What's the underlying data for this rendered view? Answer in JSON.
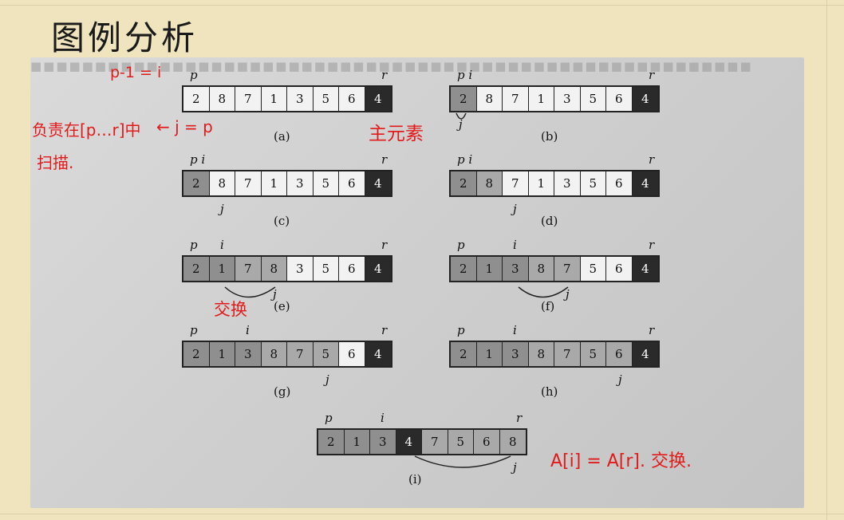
{
  "title": "图例分析",
  "annotations": {
    "pi": "p-1 = i",
    "scan1": "负责在[p…r]中",
    "scan2": "扫描.",
    "jp": "← j = p",
    "pivot": "主元素",
    "swap": "交换",
    "final": "A[i] = A[r]. 交换."
  },
  "panels": [
    {
      "cap": "(a)",
      "cells": [
        "2",
        "8",
        "7",
        "1",
        "3",
        "5",
        "6",
        "4"
      ],
      "shade": [
        "l",
        "l",
        "l",
        "l",
        "l",
        "l",
        "l",
        "p"
      ],
      "top": "p",
      "r": "r",
      "j": ""
    },
    {
      "cap": "(b)",
      "cells": [
        "2",
        "8",
        "7",
        "1",
        "3",
        "5",
        "6",
        "4"
      ],
      "shade": [
        "d",
        "l",
        "l",
        "l",
        "l",
        "l",
        "l",
        "p"
      ],
      "top": "p i",
      "r": "r",
      "j": "j"
    },
    {
      "cap": "(c)",
      "cells": [
        "2",
        "8",
        "7",
        "1",
        "3",
        "5",
        "6",
        "4"
      ],
      "shade": [
        "d",
        "l",
        "l",
        "l",
        "l",
        "l",
        "l",
        "p"
      ],
      "top": "p i",
      "r": "r",
      "j": "j"
    },
    {
      "cap": "(d)",
      "cells": [
        "2",
        "8",
        "7",
        "1",
        "3",
        "5",
        "6",
        "4"
      ],
      "shade": [
        "d",
        "m",
        "l",
        "l",
        "l",
        "l",
        "l",
        "p"
      ],
      "top": "p i",
      "r": "r",
      "j": "j"
    },
    {
      "cap": "(e)",
      "cells": [
        "2",
        "1",
        "7",
        "8",
        "3",
        "5",
        "6",
        "4"
      ],
      "shade": [
        "d",
        "d",
        "m",
        "m",
        "l",
        "l",
        "l",
        "p"
      ],
      "top": "p",
      "i": "i",
      "r": "r",
      "j": "j"
    },
    {
      "cap": "(f)",
      "cells": [
        "2",
        "1",
        "3",
        "8",
        "7",
        "5",
        "6",
        "4"
      ],
      "shade": [
        "d",
        "d",
        "d",
        "m",
        "m",
        "l",
        "l",
        "p"
      ],
      "top": "p",
      "i": "i",
      "r": "r",
      "j": "j"
    },
    {
      "cap": "(g)",
      "cells": [
        "2",
        "1",
        "3",
        "8",
        "7",
        "5",
        "6",
        "4"
      ],
      "shade": [
        "d",
        "d",
        "d",
        "m",
        "m",
        "m",
        "l",
        "p"
      ],
      "top": "p",
      "i": "i",
      "r": "r",
      "j": "j"
    },
    {
      "cap": "(h)",
      "cells": [
        "2",
        "1",
        "3",
        "8",
        "7",
        "5",
        "6",
        "4"
      ],
      "shade": [
        "d",
        "d",
        "d",
        "m",
        "m",
        "m",
        "m",
        "p"
      ],
      "top": "p",
      "i": "i",
      "r": "r",
      "j": "j"
    },
    {
      "cap": "(i)",
      "cells": [
        "2",
        "1",
        "3",
        "4",
        "7",
        "5",
        "6",
        "8"
      ],
      "shade": [
        "d",
        "d",
        "d",
        "p",
        "m",
        "m",
        "m",
        "m"
      ],
      "top": "p",
      "i": "i",
      "r": "r",
      "j": "j"
    }
  ]
}
